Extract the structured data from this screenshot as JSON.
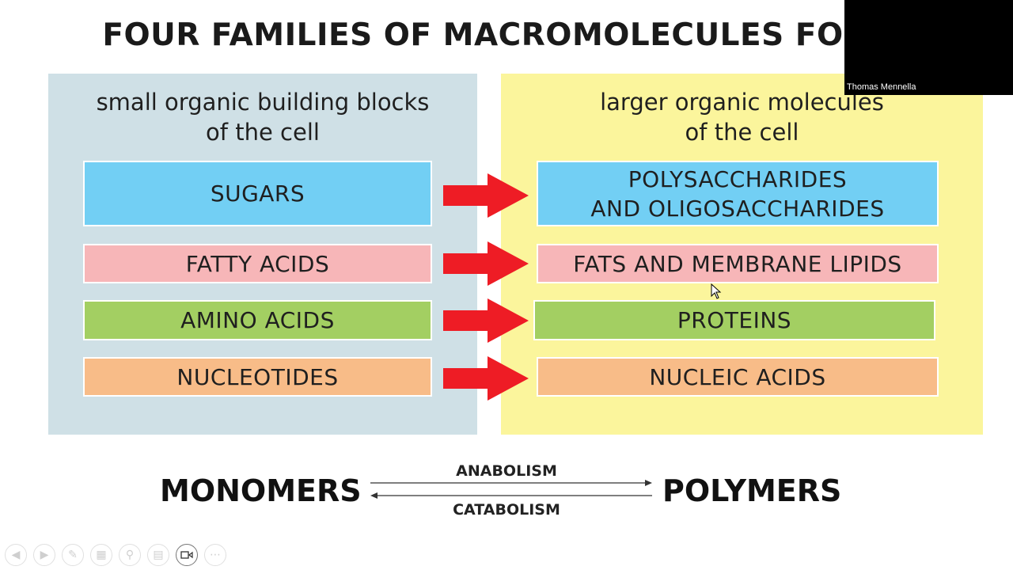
{
  "slide": {
    "title": "FOUR FAMILIES OF MACROMOLECULES FOR LI",
    "left_panel": {
      "heading": "small organic building blocks\nof the cell",
      "items": [
        "SUGARS",
        "FATTY ACIDS",
        "AMINO ACIDS",
        "NUCLEOTIDES"
      ]
    },
    "right_panel": {
      "heading": "larger organic molecules\nof the cell",
      "items": [
        "POLYSACCHARIDES\nAND OLIGOSACCHARIDES",
        "FATS AND MEMBRANE LIPIDS",
        "PROTEINS",
        "NUCLEIC ACIDS"
      ]
    },
    "bottom": {
      "left_word": "MONOMERS",
      "right_word": "POLYMERS",
      "forward_process": "ANABOLISM",
      "reverse_process": "CATABOLISM"
    }
  },
  "colors": {
    "sugars": "#72cff4",
    "fatty": "#f7b6b8",
    "amino": "#a3cf62",
    "nucleo": "#f8bc88",
    "arrow": "#ee1c25",
    "left_panel": "#cfe0e6",
    "right_panel": "#fbf59c"
  },
  "video": {
    "participant_name": "Thomas Mennella"
  },
  "toolbar": {
    "icons": [
      "previous-icon",
      "next-icon",
      "pen-icon",
      "slides-icon",
      "zoom-icon",
      "subtitles-icon",
      "camera-icon",
      "more-icon"
    ]
  }
}
